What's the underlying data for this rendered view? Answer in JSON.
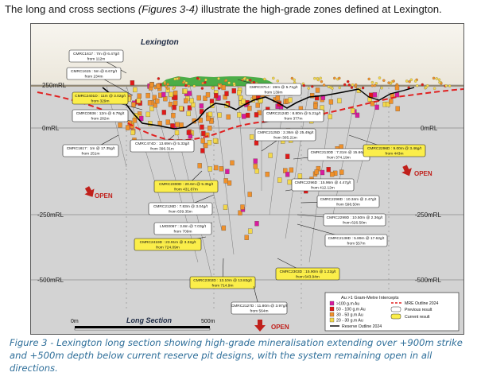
{
  "intro": {
    "before": "The long and cross sections ",
    "emph": "(Figures 3-4)",
    "after": " illustrate the high-grade zones defined at Lexington."
  },
  "figure": {
    "site_label": "Lexington",
    "rl_levels": [
      "250mRL",
      "0mRL",
      "-250mRL",
      "-500mRL"
    ],
    "open_labels": [
      "OPEN",
      "OPEN",
      "OPEN"
    ],
    "section_title": "Long Section",
    "scale": {
      "start": "0m",
      "end": "500m"
    },
    "colors": {
      "sky": "#f5f2ea",
      "ground": "#d3d3d3",
      "reserve_line": "#000000",
      "mre_line": "#e02020",
      "magenta": "#d81ba0",
      "red": "#e01919",
      "orange": "#f0912b",
      "yellow": "#f3d84a",
      "open_arrow": "#c0201b",
      "current_fill": "#fbee4a"
    },
    "callouts": [
      {
        "id": "c1",
        "lines": [
          "CMRC1617 : 7m @ 6.47g/t",
          "from 112m"
        ],
        "current": false
      },
      {
        "id": "c2",
        "lines": [
          "CMRC1615 : 5m @ 6.67g/t",
          "from 234m"
        ],
        "current": false
      },
      {
        "id": "c3",
        "lines": [
          "CMRC2401D : 11m @ 3.02g/t",
          "from 329m"
        ],
        "current": true
      },
      {
        "id": "c4",
        "lines": [
          "CMRC0936 : 12m @ 6.78g/t",
          "from 282m"
        ],
        "current": false
      },
      {
        "id": "c5",
        "lines": [
          "CMRC1617 : 1m @ 17.35g/t",
          "from 251m"
        ],
        "current": false
      },
      {
        "id": "c6",
        "lines": [
          "CMRC474D : 13.69m @ 5.33g/t",
          "from 396.31m"
        ],
        "current": false
      },
      {
        "id": "c7",
        "lines": [
          "CMRC2300D : 20.6m @ 5.35g/t",
          "from 431.87m"
        ],
        "current": true
      },
      {
        "id": "c8",
        "lines": [
          "CMRC2126D : 7.83m @ 3.04g/t",
          "from 639.35m"
        ],
        "current": false
      },
      {
        "id": "c9",
        "lines": [
          "LMG0067 : 3.8m @ 7.03g/t",
          "from 709m"
        ],
        "current": false
      },
      {
        "id": "c10",
        "lines": [
          "CMRC2419D : 23.91m @ 3.32g/t",
          "from 724.09m"
        ],
        "current": true
      },
      {
        "id": "c11",
        "lines": [
          "CMRC2302D : 13.10m @ 13.83g/t",
          "from 714.9m"
        ],
        "current": true
      },
      {
        "id": "c12",
        "lines": [
          "CMRC2127D : 11.80m @ 3.97g/t",
          "from 564m"
        ],
        "current": false
      },
      {
        "id": "c13",
        "lines": [
          "CMRC0714 : 19m @ 5.71g/t",
          "from 139m"
        ],
        "current": false
      },
      {
        "id": "c14",
        "lines": [
          "CMRC2124D : 8.80m @ 5.21g/t",
          "from 377m"
        ],
        "current": false
      },
      {
        "id": "c15",
        "lines": [
          "CMRC2125D : 2.36m @ 25.49g/t",
          "from 305.21m"
        ],
        "current": false
      },
      {
        "id": "c16",
        "lines": [
          "CMRC2130D : 7.31m @ 15.66g/t",
          "from 374.19m"
        ],
        "current": false
      },
      {
        "id": "c17",
        "lines": [
          "CMRC2296D : 15.96m @ 4.47g/t",
          "from 412.12m"
        ],
        "current": false
      },
      {
        "id": "c18",
        "lines": [
          "CMRC2298D : 10.34m @ 2.47g/t",
          "from 598.50m"
        ],
        "current": false
      },
      {
        "id": "c19",
        "lines": [
          "CMRC2299D : 10.50m @ 2.36g/t",
          "from 626.50m"
        ],
        "current": false
      },
      {
        "id": "c20",
        "lines": [
          "CMRC2138D : 5.89m @ 17.62g/t",
          "from 557m"
        ],
        "current": false
      },
      {
        "id": "c21",
        "lines": [
          "CMRC2303D : 15.90m @ 1.22g/t",
          "from 643.94m"
        ],
        "current": true
      },
      {
        "id": "c22",
        "lines": [
          "CMRC2296D : 9.00m @ 3.46g/t",
          "from 443m"
        ],
        "current": true
      }
    ],
    "legend": {
      "title": "Au >1 Gram-Metre Intercepts",
      "grades": [
        ">100 g.m Au",
        "50 - 100 g.m Au",
        "30 - 50 g.m Au",
        "20 - 30 g.m Au"
      ],
      "lines": [
        "MRE Outline 2024",
        "Reserve Outline 2024"
      ],
      "results": [
        "Previous result",
        "Current result"
      ]
    }
  },
  "caption": "Figure 3 - Lexington long section showing high-grade mineralisation extending over +900m strike and +500m depth below current reserve pit designs, with the system remaining open in all directions."
}
